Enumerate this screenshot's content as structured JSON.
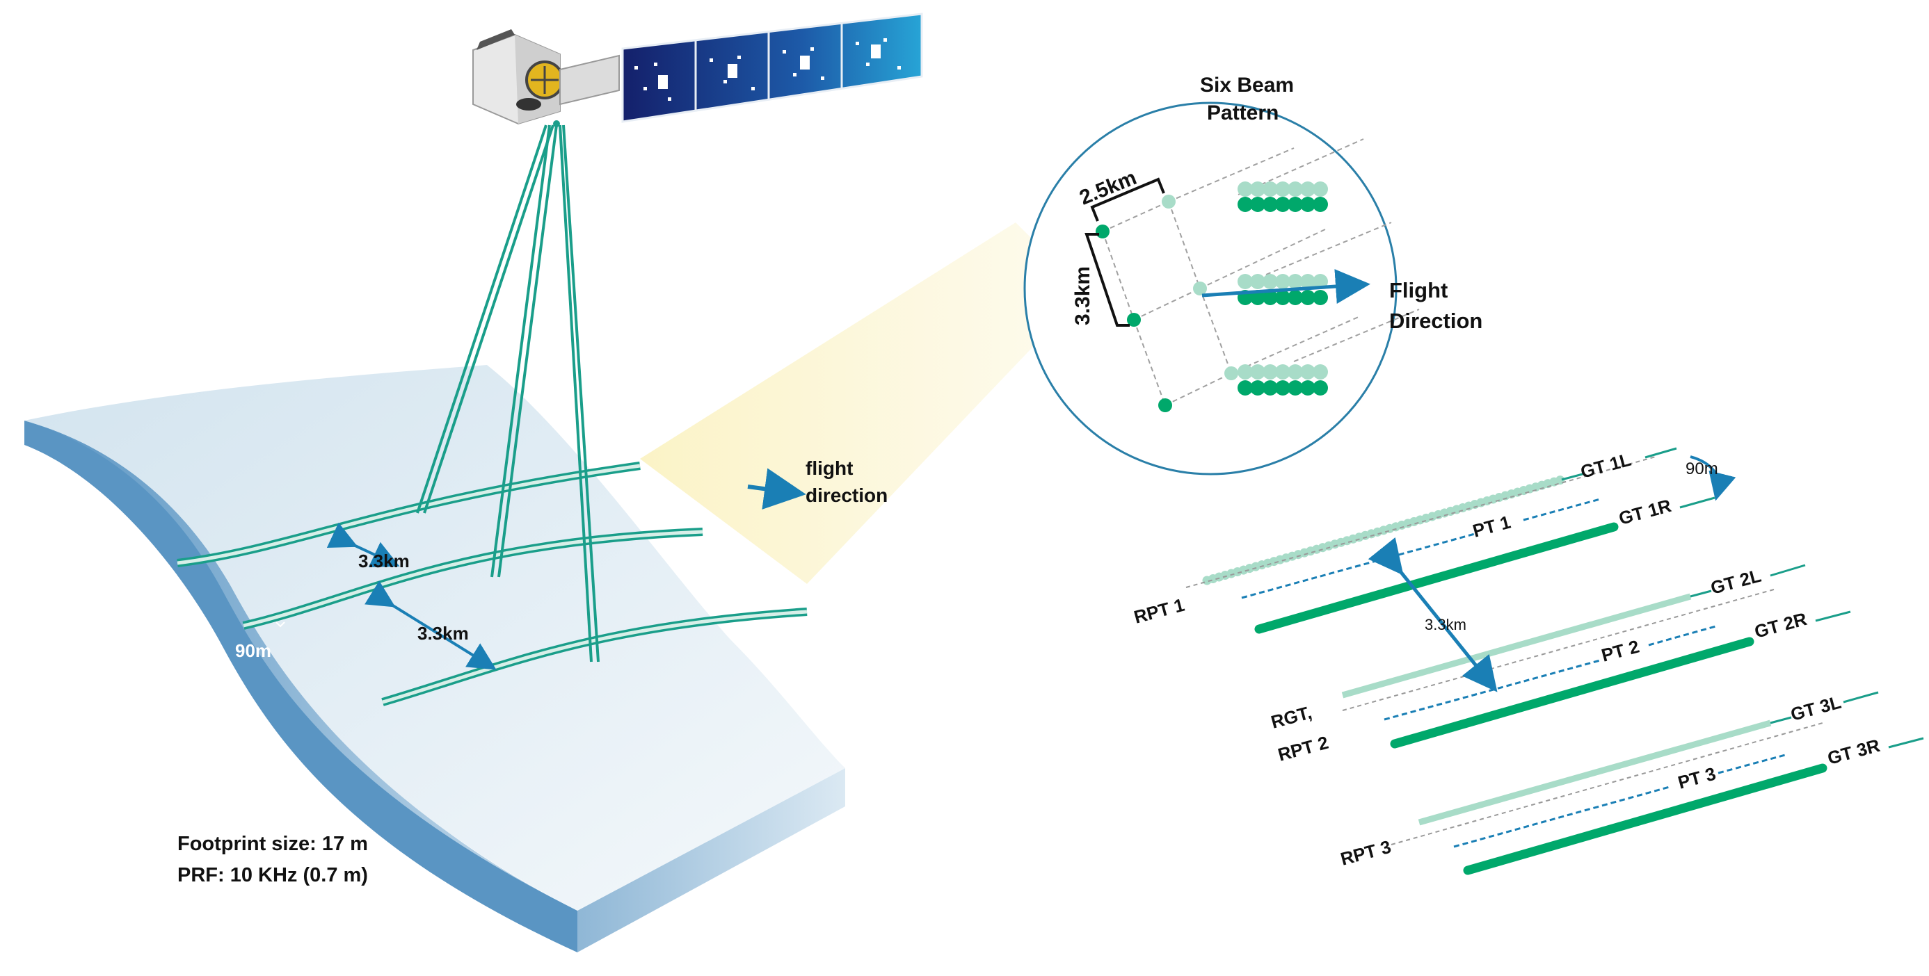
{
  "labels": {
    "six_beam_title_1": "Six Beam",
    "six_beam_title_2": "Pattern",
    "dist_2_5km": "2.5km",
    "dist_3_3km_vertical": "3.3km",
    "flight_direction_1": "Flight",
    "flight_direction_2": "Direction",
    "flight_lower_1": "flight",
    "flight_lower_2": "direction",
    "ice_3_3km_a": "3.3km",
    "ice_3_3km_b": "3.3km",
    "ice_90m": "90m",
    "footprint": "Footprint size: 17 m",
    "prf": "PRF: 10 KHz (0.7 m)",
    "gt1l": "GT 1L",
    "gt1r": "GT 1R",
    "gt2l": "GT 2L",
    "gt2r": "GT 2R",
    "gt3l": "GT 3L",
    "gt3r": "GT 3R",
    "pt1": "PT 1",
    "pt2": "PT 2",
    "pt3": "PT 3",
    "rpt1": "RPT 1",
    "rgt_1": "RGT,",
    "rgt_2": "RPT 2",
    "rpt3": "RPT 3",
    "tracks_90m": "90m",
    "tracks_3_3km": "3.3km"
  },
  "colors": {
    "strong_beam": "#00a86b",
    "weak_beam": "#a8dcc8",
    "track_line": "#1a9e8a",
    "arrow_blue": "#1a7fb5",
    "ice_side": "#4f8fbd",
    "ice_top": "#e8f1f7",
    "panel_blue": "#1b3d8f",
    "circle_outline": "#2a7fa8"
  }
}
